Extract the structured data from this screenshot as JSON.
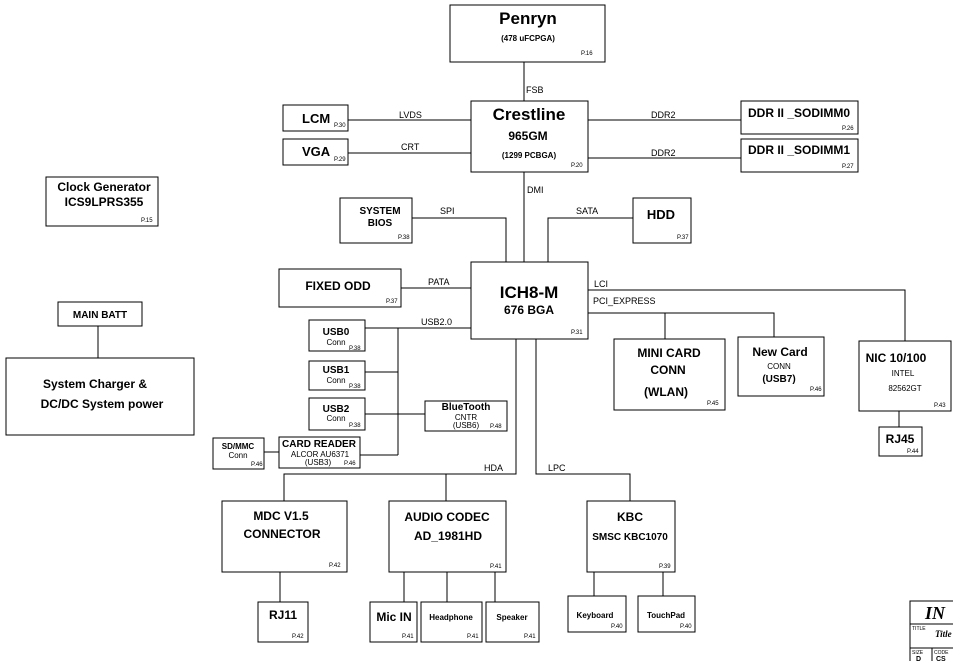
{
  "blocks": {
    "penryn": {
      "name": "Penryn",
      "sub": "(478 uFCPGA)",
      "page": "P.16"
    },
    "crestline": {
      "name": "Crestline",
      "model": "965GM",
      "pkg": "(1299 PCBGA)",
      "page": "P.20"
    },
    "lcm": {
      "name": "LCM",
      "page": "P.30"
    },
    "vga": {
      "name": "VGA",
      "page": "P.29"
    },
    "ddr0": {
      "name": "DDR II _SODIMM0",
      "page": "P.26"
    },
    "ddr1": {
      "name": "DDR II _SODIMM1",
      "page": "P.27"
    },
    "clockgen": {
      "name": "Clock Generator",
      "model": "ICS9LPRS355",
      "page": "P.15"
    },
    "sysbios": {
      "line1": "SYSTEM",
      "line2": "BIOS",
      "page": "P.38"
    },
    "hdd": {
      "name": "HDD",
      "page": "P.37"
    },
    "fixedodd": {
      "name": "FIXED ODD",
      "page": "P.37"
    },
    "ich8m": {
      "name": "ICH8-M",
      "model": "676 BGA",
      "page": "P.31"
    },
    "mainbatt": {
      "name": "MAIN BATT"
    },
    "charger": {
      "line1": "System Charger &",
      "line2": "DC/DC System power"
    },
    "usb0": {
      "name": "USB0",
      "sub": "Conn",
      "page": "P.38"
    },
    "usb1": {
      "name": "USB1",
      "sub": "Conn",
      "page": "P.38"
    },
    "usb2": {
      "name": "USB2",
      "sub": "Conn",
      "page": "P.38"
    },
    "bluetooth": {
      "name": "BlueTooth",
      "sub": "CNTR",
      "sub2": "(USB6)",
      "page": "P.48"
    },
    "sdmmc": {
      "name": "SD/MMC",
      "sub": "Conn",
      "page": "P.46"
    },
    "cardreader": {
      "name": "CARD READER",
      "sub": "ALCOR AU6371",
      "sub2": "(USB3)",
      "page": "P.46"
    },
    "minicard": {
      "line1": "MINI CARD",
      "line2": "CONN",
      "line3": "(WLAN)",
      "page": "P.45"
    },
    "newcard": {
      "name": "New Card",
      "sub": "CONN",
      "sub2": "(USB7)",
      "page": "P.46"
    },
    "nic": {
      "name": "NIC 10/100",
      "sub": "INTEL",
      "sub2": "82562GT",
      "page": "P.43"
    },
    "rj45": {
      "name": "RJ45",
      "page": "P.44"
    },
    "mdc": {
      "line1": "MDC V1.5",
      "line2": "CONNECTOR",
      "page": "P.42"
    },
    "audiocodec": {
      "line1": "AUDIO CODEC",
      "line2": "AD_1981HD",
      "page": "P.41"
    },
    "kbc": {
      "name": "KBC",
      "sub": "SMSC KBC1070",
      "page": "P.39"
    },
    "rj11": {
      "name": "RJ11",
      "page": "P.42"
    },
    "micin": {
      "name": "Mic IN",
      "page": "P.41"
    },
    "headphone": {
      "name": "Headphone",
      "page": "P.41"
    },
    "speaker": {
      "name": "Speaker",
      "page": "P.41"
    },
    "keyboard": {
      "name": "Keyboard",
      "page": "P.40"
    },
    "touchpad": {
      "name": "TouchPad",
      "page": "P.40"
    }
  },
  "buses": {
    "fsb": "FSB",
    "lvds": "LVDS",
    "crt": "CRT",
    "ddr2_0": "DDR2",
    "ddr2_1": "DDR2",
    "dmi": "DMI",
    "spi": "SPI",
    "sata": "SATA",
    "pata": "PATA",
    "lci": "LCI",
    "pci_express": "PCI_EXPRESS",
    "usb20": "USB2.0",
    "hda": "HDA",
    "lpc": "LPC"
  },
  "titleblock": {
    "logo": "IN",
    "title_label": "TITLE",
    "title_value": "Title",
    "size_label": "SIZE",
    "size_value": "D",
    "code_label": "CODE",
    "code_value": "CS"
  }
}
